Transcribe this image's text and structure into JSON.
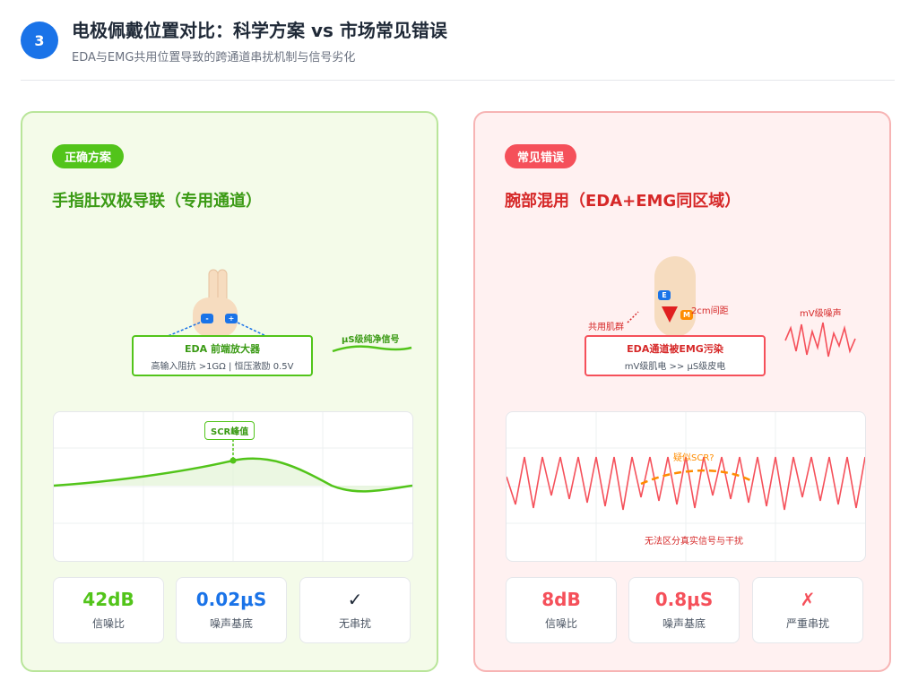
{
  "header": {
    "step": "3",
    "title": "电极佩戴位置对比：科学方案 vs 市场常见错误",
    "subtitle": "EDA与EMG共用位置导致的跨通道串扰机制与信号劣化"
  },
  "colors": {
    "good": "#52c41a",
    "bad": "#f5505a",
    "accent": "#1a73e8",
    "orange": "#ff8c00"
  },
  "good": {
    "tag": "正确方案",
    "title": "手指肚双极导联（专用通道）",
    "electrode_neg": "-",
    "electrode_pos": "+",
    "box_title": "EDA 前端放大器",
    "box_sub": "高输入阻抗 >1GΩ | 恒压激励 0.5V",
    "signal_label": "μS级纯净信号",
    "peak_label": "SCR峰值",
    "stats": [
      {
        "value": "42dB",
        "label": "信噪比",
        "color": "#52c41a"
      },
      {
        "value": "0.02μS",
        "label": "噪声基底",
        "color": "#1a73e8"
      },
      {
        "value": "✓",
        "label": "无串扰",
        "color": "#1f2937"
      }
    ]
  },
  "bad": {
    "tag": "常见错误",
    "title": "腕部混用（EDA+EMG同区域）",
    "electrode_e": "E",
    "electrode_m": "M",
    "spacing_label": "2cm间距",
    "muscle_label": "共用肌群",
    "noise_label": "mV级噪声",
    "box_title": "EDA通道被EMG污染",
    "box_sub": "mV级肌电 >> μS级皮电",
    "suspect_label": "疑似SCR?",
    "confuse_label": "无法区分真实信号与干扰",
    "stats": [
      {
        "value": "8dB",
        "label": "信噪比",
        "color": "#f5505a"
      },
      {
        "value": "0.8μS",
        "label": "噪声基底",
        "color": "#f5505a"
      },
      {
        "value": "✗",
        "label": "严重串扰",
        "color": "#f5505a"
      }
    ]
  }
}
